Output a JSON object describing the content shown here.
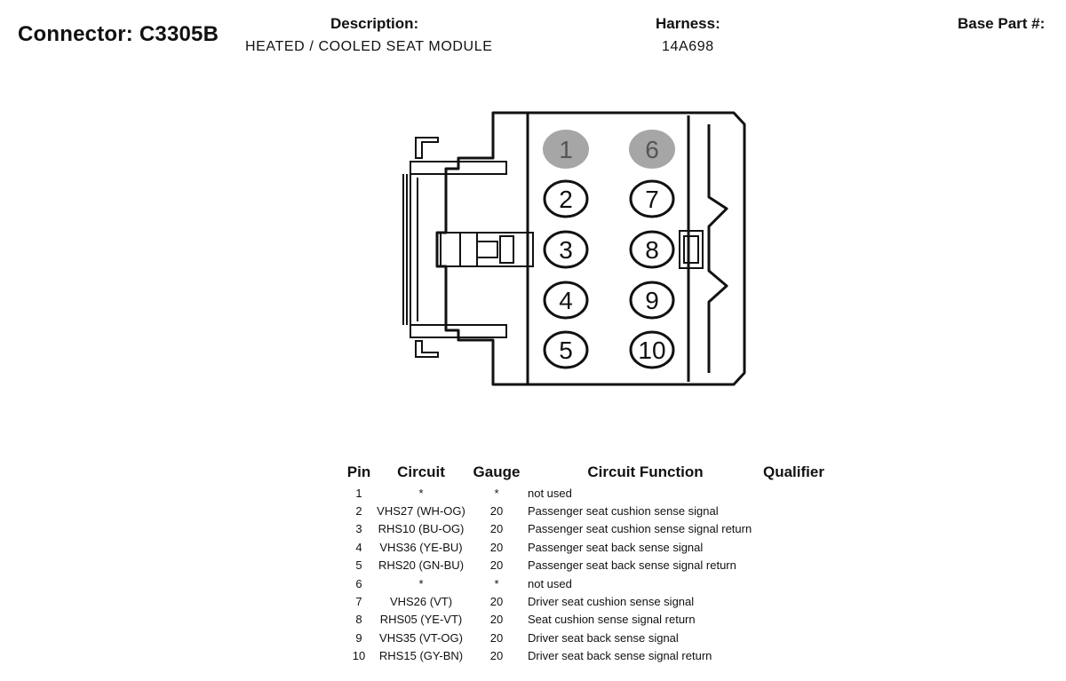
{
  "header": {
    "connector": "Connector: C3305B",
    "description_label": "Description:",
    "description_value": "HEATED / COOLED SEAT MODULE",
    "harness_label": "Harness:",
    "harness_value": "14A698",
    "base_part_label": "Base Part #:"
  },
  "diagram": {
    "pin_labels": [
      "1",
      "2",
      "3",
      "4",
      "5",
      "6",
      "7",
      "8",
      "9",
      "10"
    ],
    "unused_pin_fill": "#a6a6a6"
  },
  "table": {
    "headers": {
      "pin": "Pin",
      "circuit": "Circuit",
      "gauge": "Gauge",
      "function": "Circuit Function",
      "qualifier": "Qualifier"
    },
    "rows": [
      {
        "pin": "1",
        "circuit": "*",
        "gauge": "*",
        "function": "not used",
        "qualifier": ""
      },
      {
        "pin": "2",
        "circuit": "VHS27 (WH-OG)",
        "gauge": "20",
        "function": "Passenger seat cushion sense signal",
        "qualifier": ""
      },
      {
        "pin": "3",
        "circuit": "RHS10 (BU-OG)",
        "gauge": "20",
        "function": "Passenger seat cushion sense signal return",
        "qualifier": ""
      },
      {
        "pin": "4",
        "circuit": "VHS36 (YE-BU)",
        "gauge": "20",
        "function": "Passenger seat back sense signal",
        "qualifier": ""
      },
      {
        "pin": "5",
        "circuit": "RHS20 (GN-BU)",
        "gauge": "20",
        "function": "Passenger seat back sense signal return",
        "qualifier": ""
      },
      {
        "pin": "6",
        "circuit": "*",
        "gauge": "*",
        "function": "not used",
        "qualifier": ""
      },
      {
        "pin": "7",
        "circuit": "VHS26 (VT)",
        "gauge": "20",
        "function": "Driver seat cushion sense signal",
        "qualifier": ""
      },
      {
        "pin": "8",
        "circuit": "RHS05 (YE-VT)",
        "gauge": "20",
        "function": "Seat cushion sense signal return",
        "qualifier": ""
      },
      {
        "pin": "9",
        "circuit": "VHS35 (VT-OG)",
        "gauge": "20",
        "function": "Driver seat back sense signal",
        "qualifier": ""
      },
      {
        "pin": "10",
        "circuit": "RHS15 (GY-BN)",
        "gauge": "20",
        "function": "Driver seat back sense signal return",
        "qualifier": ""
      }
    ]
  }
}
